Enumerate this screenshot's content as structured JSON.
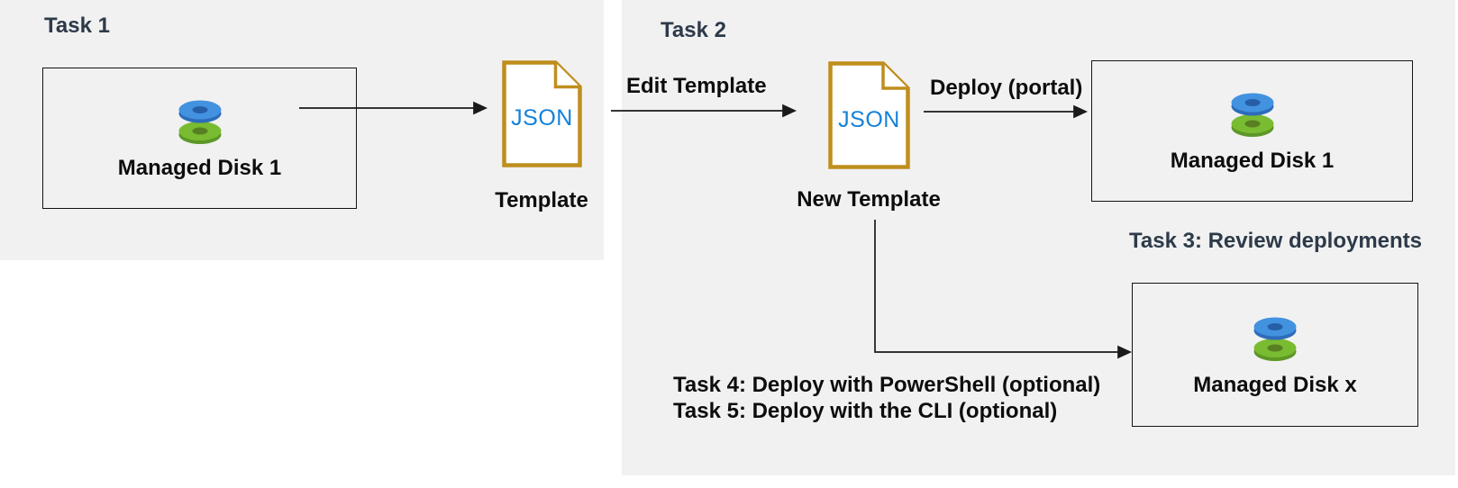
{
  "colors": {
    "panel_bg": "#f1f1f1",
    "heading": "#2d3a49",
    "text": "#0d0d0d",
    "json_gold": "#bf8e1d",
    "json_blue": "#1581d8",
    "disk_blue": "#4292e0",
    "disk_blue_dark": "#2d6cba",
    "disk_green": "#79bb31",
    "disk_green_dark": "#5d9727",
    "arrow_line": "#1a1a1a"
  },
  "task1": {
    "heading": "Task 1",
    "source_disk": {
      "label": "Managed Disk 1"
    },
    "template_file": {
      "badge": "JSON",
      "label": "Template"
    }
  },
  "task2": {
    "heading": "Task 2",
    "edit_arrow_label": "Edit Template",
    "new_template_file": {
      "badge": "JSON",
      "label": "New Template"
    },
    "deploy_arrow_label": "Deploy (portal)",
    "deployed_disk": {
      "label": "Managed Disk 1"
    }
  },
  "task3": {
    "heading": "Task 3: Review deployments",
    "deployed_disk": {
      "label": "Managed Disk x"
    }
  },
  "task4_5": {
    "line1": "Task 4: Deploy with PowerShell (optional)",
    "line2": "Task 5: Deploy with the CLI (optional)"
  }
}
